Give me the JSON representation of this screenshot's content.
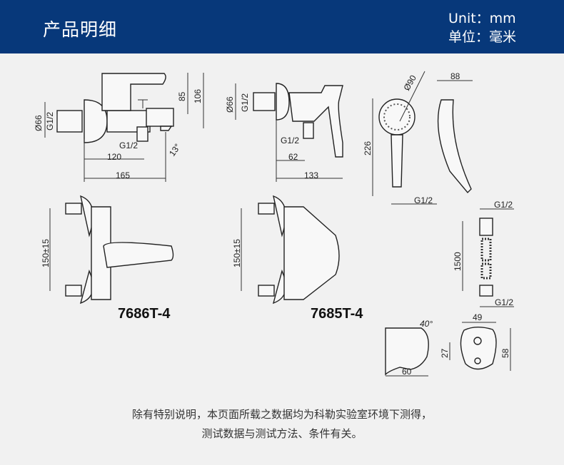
{
  "header": {
    "title": "产品明细",
    "unit_en": "Unit：mm",
    "unit_cn": "单位：毫米"
  },
  "bath_mixer_side": {
    "diameter": "Ø66",
    "thread": "G1/2",
    "height_85": "85",
    "height_106": "106",
    "outlet_thread": "G1/2",
    "length_120": "120",
    "length_165": "165",
    "angle": "13°"
  },
  "shower_mixer_side": {
    "diameter": "Ø66",
    "thread": "G1/2",
    "outlet_thread": "G1/2",
    "length_62": "62",
    "length_133": "133"
  },
  "hand_shower": {
    "diameter": "Ø90",
    "depth": "88",
    "length": "226",
    "thread": "G1/2"
  },
  "bath_mixer_front": {
    "spacing": "150±15",
    "model": "7686T-4"
  },
  "shower_mixer_front": {
    "spacing": "150±15",
    "model": "7685T-4"
  },
  "hose": {
    "top_thread": "G1/2",
    "length": "1500",
    "bottom_thread": "G1/2"
  },
  "holder": {
    "angle": "40°",
    "depth": "60",
    "width": "49",
    "hole_spacing": "27",
    "height": "58"
  },
  "footer": {
    "line1": "除有特别说明，本页面所载之数据均为科勒实验室环境下测得，",
    "line2": "测试数据与测试方法、条件有关。"
  },
  "colors": {
    "header_bg": "#07387a",
    "page_bg": "#f1f1f1"
  }
}
